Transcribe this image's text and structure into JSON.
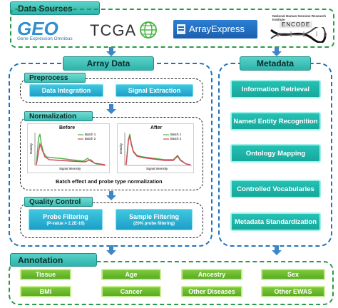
{
  "data_sources": {
    "header": "Data Sources",
    "logos": [
      {
        "name": "GEO",
        "subtitle": "Gene Expression Omnibus"
      },
      {
        "name": "TCGA"
      },
      {
        "name": "ArrayExpress"
      },
      {
        "name": "ENCODE",
        "caption": "National Human Genome Research Institute"
      }
    ]
  },
  "array_data": {
    "header": "Array Data",
    "preprocess": {
      "label": "Preprocess",
      "items": [
        "Data Integration",
        "Signal Extraction"
      ]
    },
    "normalization": {
      "label": "Normalization",
      "caption": "Batch effect and probe type normalization",
      "plots": [
        {
          "title": "Before",
          "legend": [
            "Batch 1",
            "Batch 2"
          ],
          "xlabel": "Signal intensity",
          "ylabel": "Density"
        },
        {
          "title": "After",
          "legend": [
            "Batch 1",
            "Batch 2"
          ],
          "xlabel": "Signal intensity",
          "ylabel": "Density"
        }
      ]
    },
    "quality_control": {
      "label": "Quality Control",
      "items": [
        {
          "label": "Probe Filtering",
          "note": "(P-value > 2.2E-16)"
        },
        {
          "label": "Sample Filtering",
          "note": "(20% probe filtering)"
        }
      ]
    }
  },
  "metadata": {
    "header": "Metadata",
    "items": [
      "Information Retrieval",
      "Named Entity Recognition",
      "Ontology Mapping",
      "Controlled Vocabularies",
      "Metadata Standardization"
    ]
  },
  "annotation": {
    "header": "Annotation",
    "items": [
      "Tissue",
      "Age",
      "Ancestry",
      "Sex",
      "BMI",
      "Cancer",
      "Other Diseases",
      "Other EWAS"
    ]
  },
  "colors": {
    "series_batch1": "#4cb648",
    "series_batch2": "#d8425a",
    "arrow": "#3f86c8"
  }
}
